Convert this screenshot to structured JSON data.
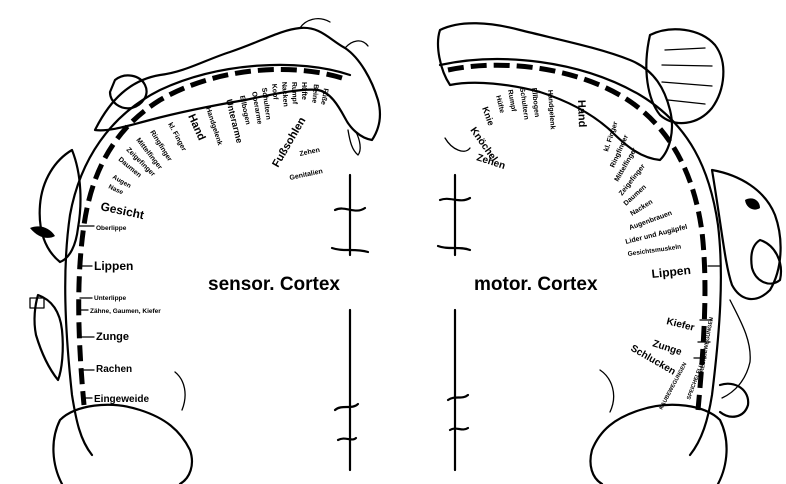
{
  "titles": {
    "sensory": "sensor. Cortex",
    "motor": "motor. Cortex"
  },
  "sensory_labels": [
    "Eingeweide",
    "Rachen",
    "Zunge",
    "Zähne, Gaumen, Kiefer",
    "Unterlippe",
    "Lippen",
    "Oberlippe",
    "Gesicht",
    "Nase",
    "Augen",
    "Daumen",
    "Zeigefinger",
    "Mittelfinger",
    "Ringfinger",
    "kl. Finger",
    "Hand",
    "Handgelenk",
    "Unterarme",
    "Ellbogen",
    "Oberarme",
    "Schultern",
    "Kopf",
    "Nacken",
    "Rumpf",
    "Hüfte",
    "Beine",
    "Füße",
    "Fußsohlen",
    "Zehen",
    "Genitalien"
  ],
  "motor_labels": [
    "Zehen",
    "Knöchel",
    "Knie",
    "Hüfte",
    "Rumpf",
    "Schultern",
    "Ellbogen",
    "Handgelenk",
    "Hand",
    "kl. Finger",
    "Ringfinger",
    "Mittelfinger",
    "Zeigefinger",
    "Daumen",
    "Nacken",
    "Augenbrauen",
    "Lider und Augäpfel",
    "Gesichtsmuskeln",
    "Lippen",
    "Kiefer",
    "Zunge",
    "Schlucken",
    "KAUBEWEGUNGEN",
    "SPEICHELFLUSS",
    "SPRECHBEWEGUNGEN"
  ]
}
